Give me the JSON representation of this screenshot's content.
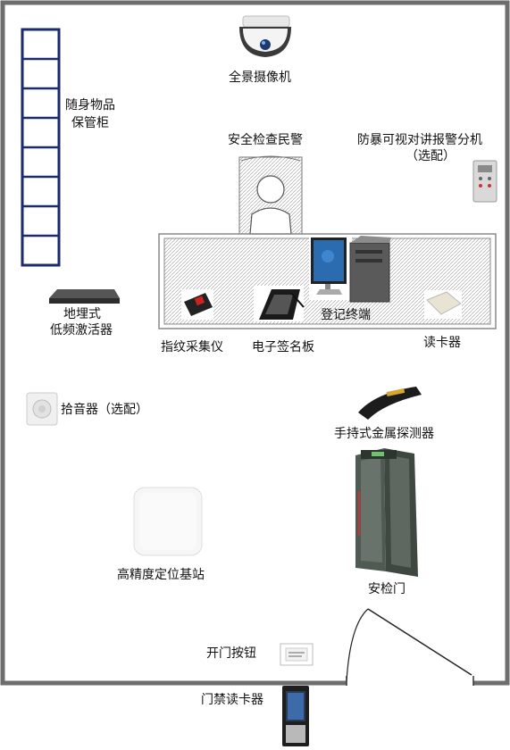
{
  "labels": {
    "panorama_camera": "全景摄像机",
    "locker_line1": "随身物品",
    "locker_line2": "保管柜",
    "security_police": "安全检查民警",
    "intercom_line1": "防暴可视对讲报警分机",
    "intercom_line2": "（选配）",
    "exciter_line1": "地埋式",
    "exciter_line2": "低频激活器",
    "fingerprint": "指纹采集仪",
    "signature_pad": "电子签名板",
    "terminal": "登记终端",
    "card_reader": "读卡器",
    "sound_pickup": "拾音器（选配）",
    "handheld_detector": "手持式金属探测器",
    "positioning_station": "高精度定位基站",
    "security_gate": "安检门",
    "door_button": "开门按钮",
    "access_reader": "门禁读卡器"
  },
  "icons": {
    "panorama_camera": "dome-camera-icon",
    "locker": "locker-cabinet-icon",
    "officer": "officer-chair-icon",
    "intercom": "intercom-panel-icon",
    "exciter": "exciter-device-icon",
    "fingerprint": "fingerprint-scanner-icon",
    "signature_pad": "signature-pad-icon",
    "terminal": "computer-terminal-icon",
    "card_reader": "card-reader-icon",
    "sound_pickup": "speaker-icon",
    "handheld_detector": "metal-detector-wand-icon",
    "positioning_station": "base-station-icon",
    "security_gate": "walkthrough-gate-icon",
    "door_button": "door-button-icon",
    "access_reader": "access-reader-icon"
  },
  "colors": {
    "wall": "#6e6e6e",
    "locker_border": "#1a2a6c",
    "desk_hatch": "#999999"
  }
}
